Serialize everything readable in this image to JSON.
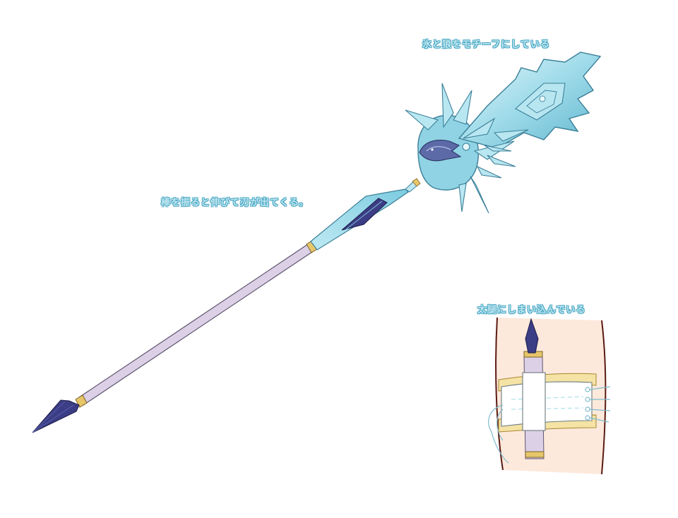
{
  "annotations": {
    "motif": "氷と狼をモチーフにしている",
    "blade": "棒を振ると伸びて刃が出てくる。",
    "thigh": "太腿にしまい込んでいる"
  },
  "colors": {
    "ice_light": "#d2f1f7",
    "ice_mid": "#8fd3e4",
    "ice_dark": "#4aa2c0",
    "shaft": "#dcd0e6",
    "gem": "#3b3d85",
    "gold": "#e7c66a",
    "skin": "#fde9dc",
    "text_fill": "#bfe6f0",
    "text_outline": "#4aa8c4"
  }
}
